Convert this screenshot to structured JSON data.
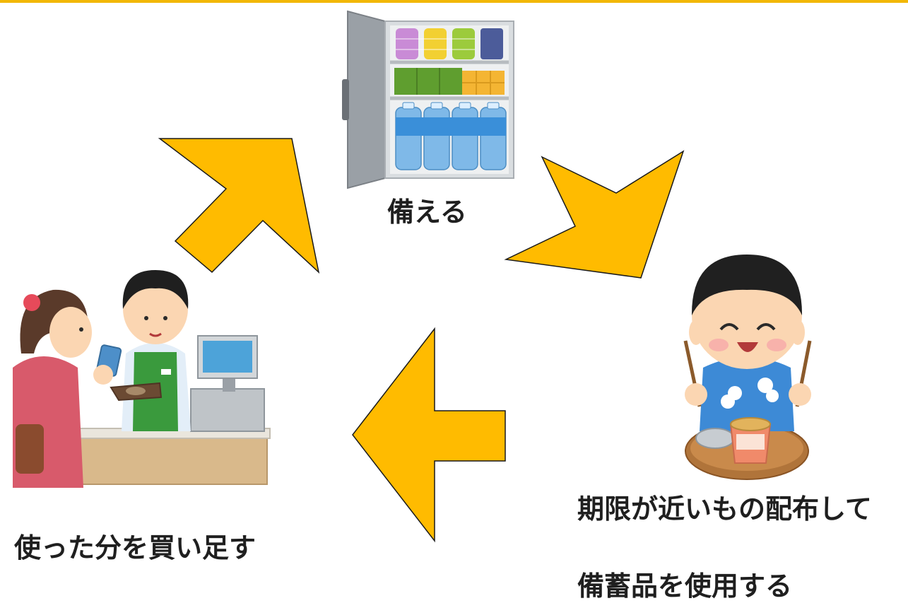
{
  "colors": {
    "arrow": "#ffbb00",
    "arrow_stroke": "#1a1a1a",
    "top_bar": "#f2b705"
  },
  "steps": {
    "stock": {
      "label": "備える",
      "icon": "stocked-shelf-icon"
    },
    "distribute": {
      "label_line1": "期限が近いもの配布して",
      "label_line2": "備蓄品を使用する",
      "icon": "boy-eating-icon"
    },
    "restock": {
      "label": "使った分を買い足す",
      "icon": "shop-checkout-icon"
    }
  }
}
